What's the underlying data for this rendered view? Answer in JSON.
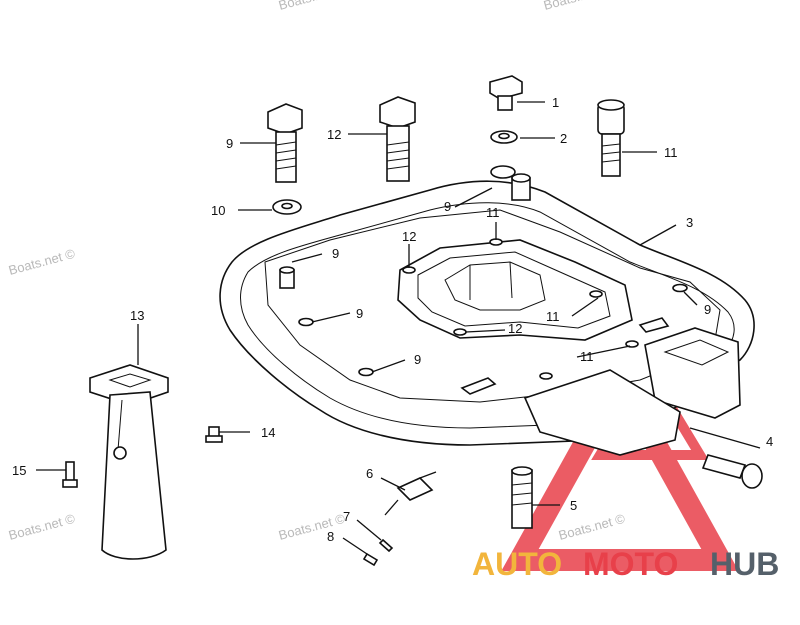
{
  "watermark": {
    "text": "Boats.net ©"
  },
  "callouts": [
    {
      "id": "c1",
      "text": "1"
    },
    {
      "id": "c2",
      "text": "2"
    },
    {
      "id": "c3",
      "text": "3"
    },
    {
      "id": "c4",
      "text": "4"
    },
    {
      "id": "c5",
      "text": "5"
    },
    {
      "id": "c6",
      "text": "6"
    },
    {
      "id": "c7",
      "text": "7"
    },
    {
      "id": "c8",
      "text": "8"
    },
    {
      "id": "c9a",
      "text": "9"
    },
    {
      "id": "c9b",
      "text": "9"
    },
    {
      "id": "c9c",
      "text": "9"
    },
    {
      "id": "c9d",
      "text": "9"
    },
    {
      "id": "c9e",
      "text": "9"
    },
    {
      "id": "c9f",
      "text": "9"
    },
    {
      "id": "c10",
      "text": "10"
    },
    {
      "id": "c11a",
      "text": "11"
    },
    {
      "id": "c11b",
      "text": "11"
    },
    {
      "id": "c11c",
      "text": "11"
    },
    {
      "id": "c11d",
      "text": "11"
    },
    {
      "id": "c12a",
      "text": "12"
    },
    {
      "id": "c12b",
      "text": "12"
    },
    {
      "id": "c12c",
      "text": "12"
    },
    {
      "id": "c13",
      "text": "13"
    },
    {
      "id": "c14",
      "text": "14"
    },
    {
      "id": "c15",
      "text": "15"
    }
  ],
  "logo": {
    "part1": "AUTO",
    "part2": "MOTO",
    "part3": "HUB",
    "colors": {
      "orange": "#f2b53c",
      "red": "#e8404a",
      "gray": "#55606a"
    }
  }
}
